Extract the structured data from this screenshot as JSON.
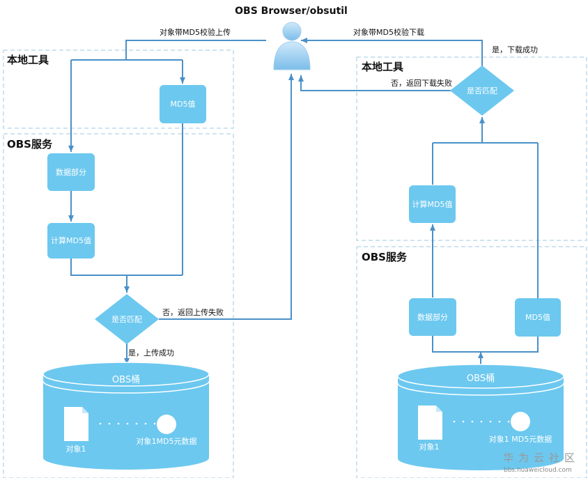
{
  "title": "OBS Browser/obsutil",
  "upload": {
    "top_arrow_label": "对象带MD5校验上传",
    "local_section": "本地工具",
    "obs_section": "OBS服务",
    "md5_box": "MD5值",
    "data_box": "数据部分",
    "compute_box": "计算MD5值",
    "match_diamond": "是否匹配",
    "fail_label": "否，返回上传失败",
    "success_label": "是，上传成功",
    "bucket_title": "OBS桶",
    "object_label": "对象1",
    "metadata_label": "对象1MD5元数据"
  },
  "download": {
    "top_arrow_label": "对象带MD5校验下载",
    "success_label": "是，下载成功",
    "local_section": "本地工具",
    "fail_label": "否，返回下载失败",
    "match_diamond": "是否匹配",
    "compute_box": "计算MD5值",
    "obs_section": "OBS服务",
    "data_box": "数据部分",
    "md5_box": "MD5值",
    "bucket_title": "OBS桶",
    "object_label": "对象1",
    "metadata_label": "对象1 MD5元数据"
  },
  "watermark": {
    "brand": "华为云社区",
    "url": "bbs.huaweicloud.com"
  },
  "colors": {
    "box": "#6cc8ef",
    "arrow": "#4a90c8",
    "dashed_border": "#9ec9e3"
  }
}
